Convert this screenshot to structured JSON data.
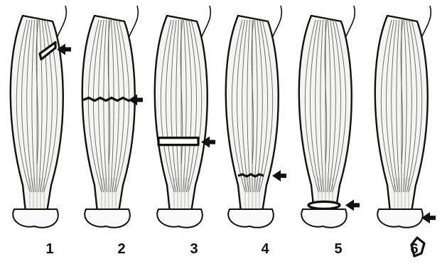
{
  "figure": {
    "panels": [
      {
        "label": "1",
        "injury_level": 0.16,
        "tear": "oblique"
      },
      {
        "label": "2",
        "injury_level": 0.4,
        "tear": "transverse"
      },
      {
        "label": "3",
        "injury_level": 0.6,
        "tear": "transverse-gap"
      },
      {
        "label": "4",
        "injury_level": 0.76,
        "tear": "musculotendinous"
      },
      {
        "label": "5",
        "injury_level": 0.9,
        "tear": "tendon"
      },
      {
        "label": "6",
        "injury_level": 0.96,
        "tear": "avulsion"
      }
    ]
  }
}
